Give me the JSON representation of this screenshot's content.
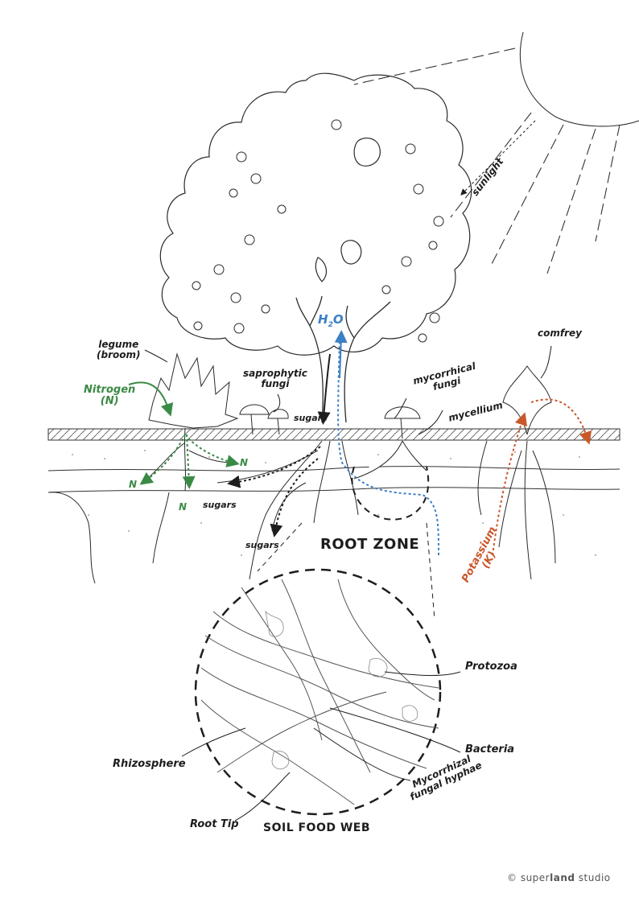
{
  "labels": {
    "sunlight": "sunlight",
    "legume": "legume\n(broom)",
    "nitrogen": "Nitrogen\n(N)",
    "n": "N",
    "saprophytic": "saprophytic\nfungi",
    "h2o": "H",
    "h2o_sub": "2",
    "h2o_o": "O",
    "mycorrhizal_fungi": "mycorrhical\nfungi",
    "mycellium": "mycellium",
    "comfrey": "comfrey",
    "sugars": "sugars",
    "root_zone": "ROOT ZONE",
    "potassium": "Potassium\n(K)",
    "protozoa": "Protozoa",
    "bacteria": "Bacteria",
    "rhizosphere": "Rhizosphere",
    "root_tip": "Root Tip",
    "mycorrhizal_hyphae": "Mycorrhizal\nfungal hyphae",
    "soil_food_web": "SOIL FOOD WEB"
  },
  "credit": {
    "symbol": "©",
    "brand_light": "super",
    "brand_bold": "land",
    "brand_rest": "studio"
  },
  "colors": {
    "ink": "#1d1d1d",
    "nitrogen": "#3a8a45",
    "water": "#3b7fc4",
    "potassium": "#c9572a"
  }
}
